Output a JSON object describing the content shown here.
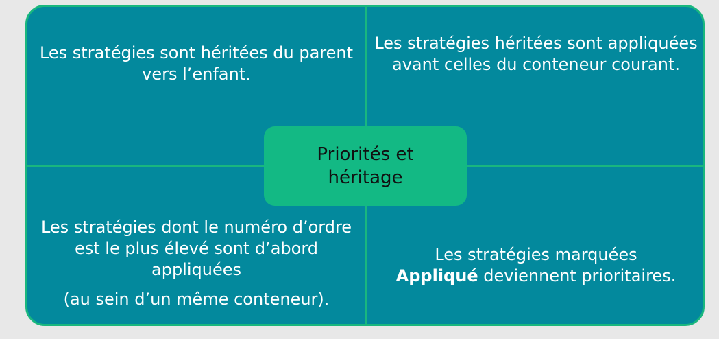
{
  "center": {
    "label": "Priorités et héritage"
  },
  "quadrants": {
    "top_left": "Les stratégies sont héritées du parent vers l’enfant.",
    "top_right": "Les stratégies héritées sont appliquées avant celles du conteneur courant.",
    "bottom_left": {
      "text": "Les stratégies dont le numéro d’ordre est le plus élevé sont d’abord appliquées",
      "note": "(au sein d’un même conteneur)."
    },
    "bottom_right": {
      "line1": "Les stratégies marquées",
      "emphasis": "Appliqué",
      "rest": " deviennent prioritaires."
    }
  },
  "colors": {
    "background": "#e8e8e8",
    "panel": "#03899d",
    "accent": "#19b77e",
    "center_box": "#13b984",
    "text": "#ffffff",
    "center_text": "#111111"
  }
}
